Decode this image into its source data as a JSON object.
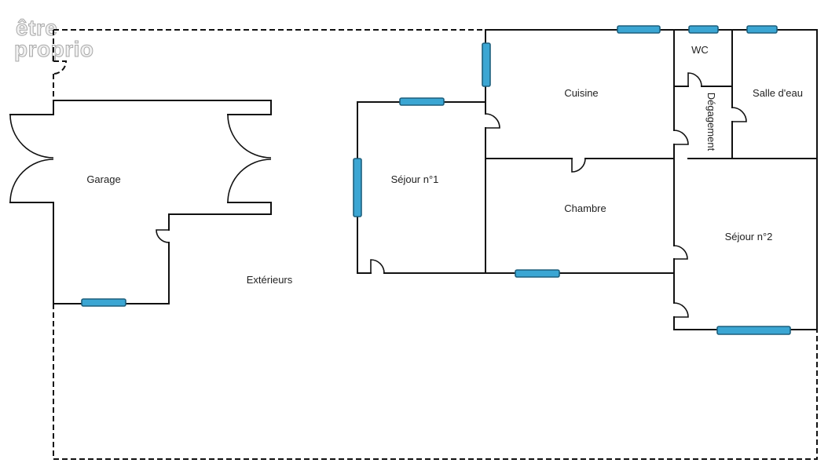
{
  "watermark": {
    "line1": "être",
    "line2": "proprio"
  },
  "rooms": {
    "garage": "Garage",
    "sejour1": "Séjour n°1",
    "cuisine": "Cuisine",
    "wc": "WC",
    "salle_eau": "Salle d'eau",
    "degagement": "Dégagement",
    "chambre": "Chambre",
    "sejour2": "Séjour n°2",
    "exterieurs": "Extérieurs"
  },
  "colors": {
    "wall": "#111111",
    "window_fill": "#3ba6d3",
    "window_stroke": "#1d5f7c",
    "label": "#222222",
    "background": "#ffffff"
  }
}
